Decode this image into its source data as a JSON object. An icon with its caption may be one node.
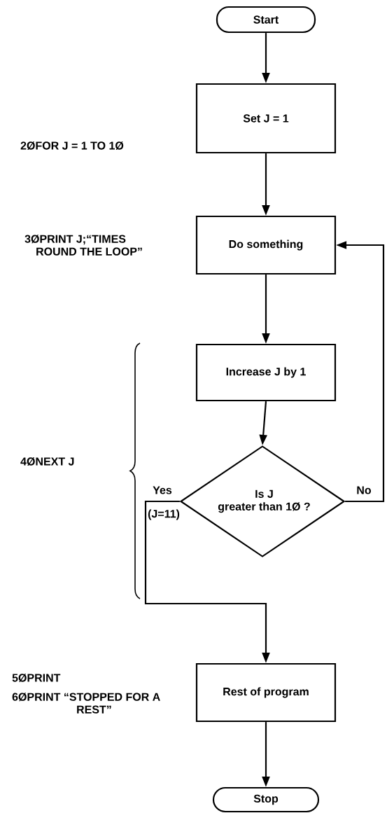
{
  "diagram": {
    "nodes": [
      {
        "text": [
          "Start"
        ]
      },
      {
        "text": [
          "Set J = 1"
        ]
      },
      {
        "text": [
          "Do something"
        ]
      },
      {
        "text": [
          "Increase J by 1"
        ]
      },
      {
        "text": [
          "Is J greater than 1Ø ?"
        ]
      },
      {
        "text": [
          "Rest of program"
        ]
      },
      {
        "text": [
          "Stop"
        ]
      }
    ],
    "edges": [
      {
        "from": 0,
        "to": 1,
        "arrow": "to"
      },
      {
        "from": 1,
        "to": 2,
        "arrow": "to"
      },
      {
        "from": 2,
        "to": 3,
        "arrow": "to"
      },
      {
        "from": 3,
        "to": 4,
        "arrow": "to"
      },
      {
        "from": 4,
        "to": 2,
        "arrow": "to",
        "label": "No"
      },
      {
        "from": 4,
        "to": 5,
        "arrow": "to",
        "label": "Yes"
      },
      {
        "from": 5,
        "to": 6,
        "arrow": "to"
      }
    ],
    "labels": [
      "2ØFOR J = 1 TO 1Ø",
      "3ØPRINT J;“TIMES ROUND THE LOOP”",
      "4ØNEXT J",
      "(J=11)",
      "5ØPRINT",
      "6ØPRINT “STOPPED FOR A REST”"
    ]
  }
}
